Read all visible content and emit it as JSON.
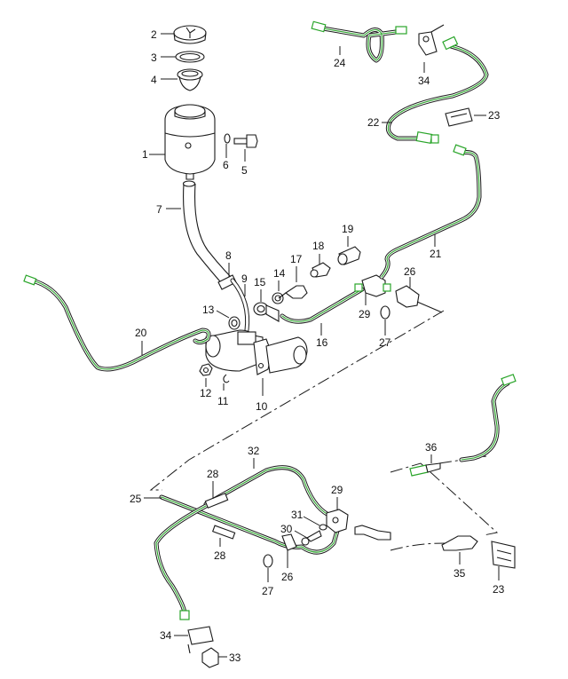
{
  "diagram": {
    "title": "Brake master cylinder and brake lines - exploded parts diagram",
    "colors": {
      "line_highlight": "#2aa52a",
      "ink": "#1a1a1a",
      "background": "#ffffff"
    },
    "callouts": [
      {
        "id": "c1",
        "number": "1",
        "part": "reservoir"
      },
      {
        "id": "c2",
        "number": "2",
        "part": "reservoir cap"
      },
      {
        "id": "c3",
        "number": "3",
        "part": "gasket ring"
      },
      {
        "id": "c4",
        "number": "4",
        "part": "strainer"
      },
      {
        "id": "c5",
        "number": "5",
        "part": "bolt"
      },
      {
        "id": "c6",
        "number": "6",
        "part": "washer"
      },
      {
        "id": "c7",
        "number": "7",
        "part": "hose"
      },
      {
        "id": "c8",
        "number": "8",
        "part": "hose clamp"
      },
      {
        "id": "c9",
        "number": "9",
        "part": "feed pipe"
      },
      {
        "id": "c10",
        "number": "10",
        "part": "master cylinder"
      },
      {
        "id": "c11",
        "number": "11",
        "part": "spring washer"
      },
      {
        "id": "c12",
        "number": "12",
        "part": "nut"
      },
      {
        "id": "c13",
        "number": "13",
        "part": "seal ring"
      },
      {
        "id": "c14",
        "number": "14",
        "part": "seal ring"
      },
      {
        "id": "c15",
        "number": "15",
        "part": "banjo fitting"
      },
      {
        "id": "c16",
        "number": "16",
        "part": "brake line"
      },
      {
        "id": "c17",
        "number": "17",
        "part": "banjo bolt"
      },
      {
        "id": "c18",
        "number": "18",
        "part": "brake light switch"
      },
      {
        "id": "c19",
        "number": "19",
        "part": "cap"
      },
      {
        "id": "c20",
        "number": "20",
        "part": "brake line"
      },
      {
        "id": "c21",
        "number": "21",
        "part": "brake line"
      },
      {
        "id": "c22",
        "number": "22",
        "part": "brake hose"
      },
      {
        "id": "c23a",
        "number": "23",
        "part": "retaining clip"
      },
      {
        "id": "c23b",
        "number": "23",
        "part": "retaining clip"
      },
      {
        "id": "c24",
        "number": "24",
        "part": "brake line"
      },
      {
        "id": "c25",
        "number": "25",
        "part": "brake line"
      },
      {
        "id": "c26a",
        "number": "26",
        "part": "brake hose"
      },
      {
        "id": "c26b",
        "number": "26",
        "part": "brake hose"
      },
      {
        "id": "c27a",
        "number": "27",
        "part": "clip"
      },
      {
        "id": "c27b",
        "number": "27",
        "part": "clip"
      },
      {
        "id": "c28a",
        "number": "28",
        "part": "protective sleeve"
      },
      {
        "id": "c28b",
        "number": "28",
        "part": "protective sleeve"
      },
      {
        "id": "c29a",
        "number": "29",
        "part": "T-piece"
      },
      {
        "id": "c29b",
        "number": "29",
        "part": "T-piece"
      },
      {
        "id": "c30",
        "number": "30",
        "part": "bolt"
      },
      {
        "id": "c31",
        "number": "31",
        "part": "washer"
      },
      {
        "id": "c32",
        "number": "32",
        "part": "brake line"
      },
      {
        "id": "c33",
        "number": "33",
        "part": "nut"
      },
      {
        "id": "c34a",
        "number": "34",
        "part": "bracket"
      },
      {
        "id": "c34b",
        "number": "34",
        "part": "bracket"
      },
      {
        "id": "c35",
        "number": "35",
        "part": "brake hose"
      },
      {
        "id": "c36",
        "number": "36",
        "part": "connector"
      }
    ]
  }
}
